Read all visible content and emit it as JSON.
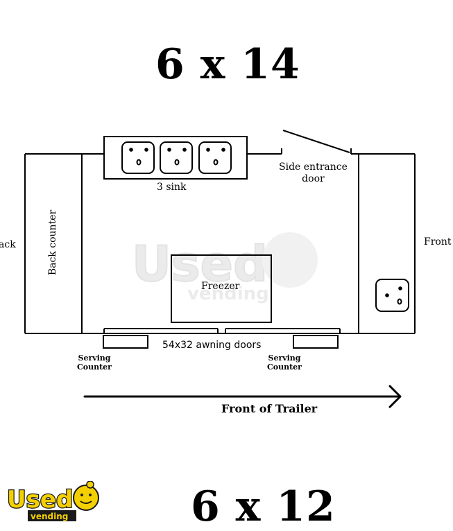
{
  "title_top": "6 x 14",
  "title_bottom": "6 x 12",
  "labels": {
    "three_sink": "3 sink",
    "side_entrance_line1": "Side entrance",
    "side_entrance_line2": "door",
    "back_counter": "Back counter",
    "back_partial": "ack",
    "front": "Front",
    "freezer": "Freezer",
    "awning_doors": "54x32 awning doors",
    "serving_counter_left_1": "Serving",
    "serving_counter_left_2": "Counter",
    "serving_counter_right_1": "Serving",
    "serving_counter_right_2": "Counter",
    "front_of_trailer": "Front of Trailer"
  },
  "logo": {
    "word": "Used",
    "sub": "vending"
  },
  "colors": {
    "line": "#000000",
    "logo_yellow": "#f5d000",
    "logo_outline": "#1a1a1a",
    "watermark": "#c8c8c8"
  }
}
